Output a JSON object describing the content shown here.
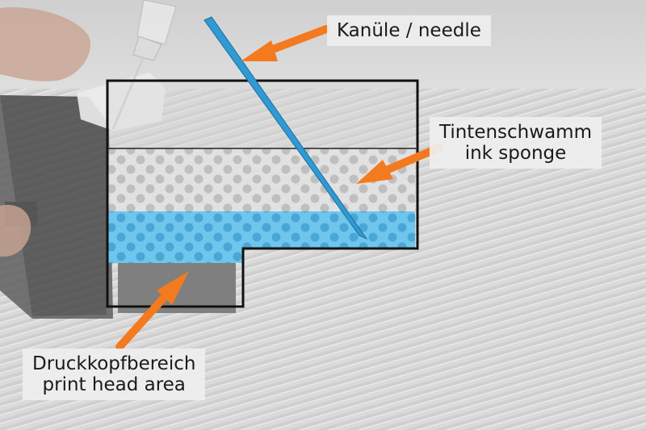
{
  "labels": {
    "needle": "Kanüle / needle",
    "sponge_de": "Tintenschwamm",
    "sponge_en": "ink sponge",
    "head_de": "Druckkopfbereich",
    "head_en": "print head area"
  },
  "colors": {
    "arrow": "#f47a20",
    "needle": "#2f9ad4",
    "ink": "#6ec6ec",
    "outline": "#111111",
    "print_head": "#7a7a7a",
    "background": "#d9d9d9"
  },
  "icons": {
    "arrows": "orange-arrow",
    "syringe": "syringe-icon"
  }
}
